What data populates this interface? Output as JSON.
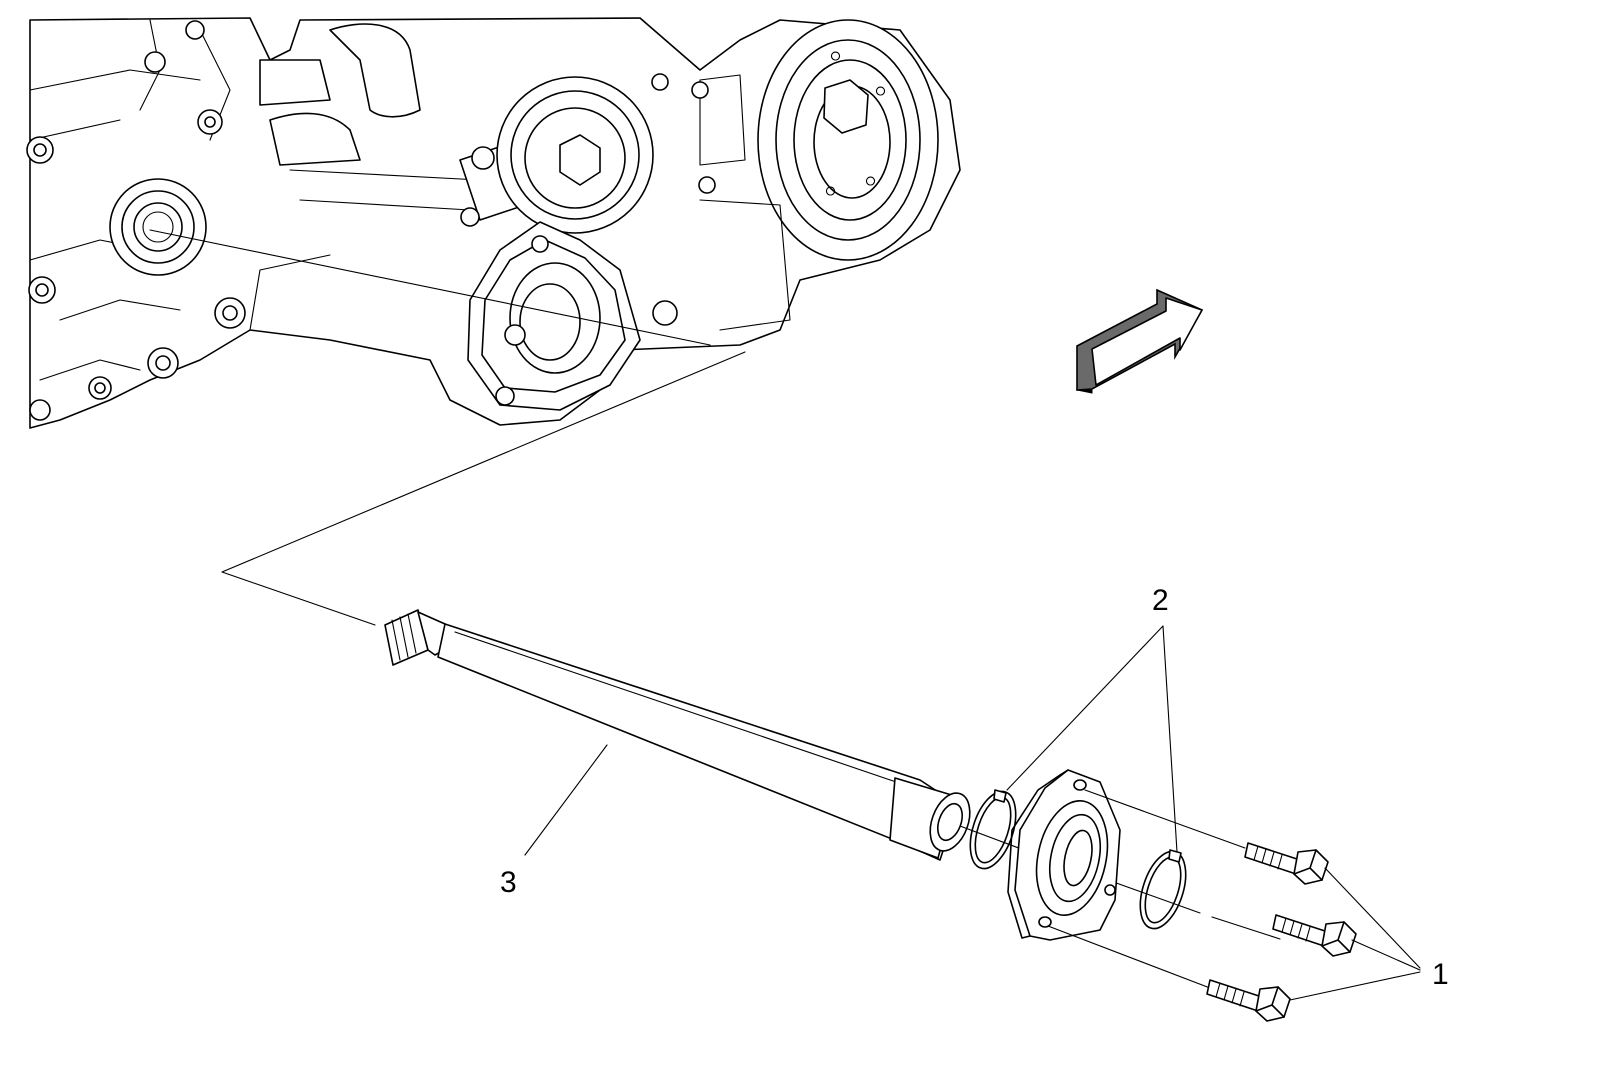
{
  "callouts": [
    {
      "id": "1",
      "label": "1"
    },
    {
      "id": "2",
      "label": "2"
    },
    {
      "id": "3",
      "label": "3"
    }
  ],
  "colors": {
    "ink": "#000000",
    "paper": "#ffffff",
    "arrow_face": "#6a6a6a"
  },
  "icons": {
    "direction_arrow": "front-direction-arrow-icon"
  }
}
